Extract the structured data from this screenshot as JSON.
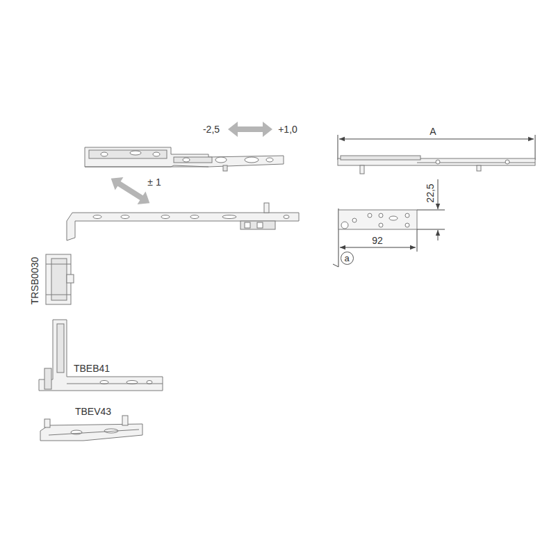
{
  "diagram": {
    "nodes": [
      {
        "text": [
          "a"
        ]
      }
    ],
    "labels": [
      "-2,5",
      "+1,0",
      "± 1",
      "A",
      "22,5",
      "92",
      "TRSB0030",
      "TBEB41",
      "TBEV43"
    ]
  }
}
